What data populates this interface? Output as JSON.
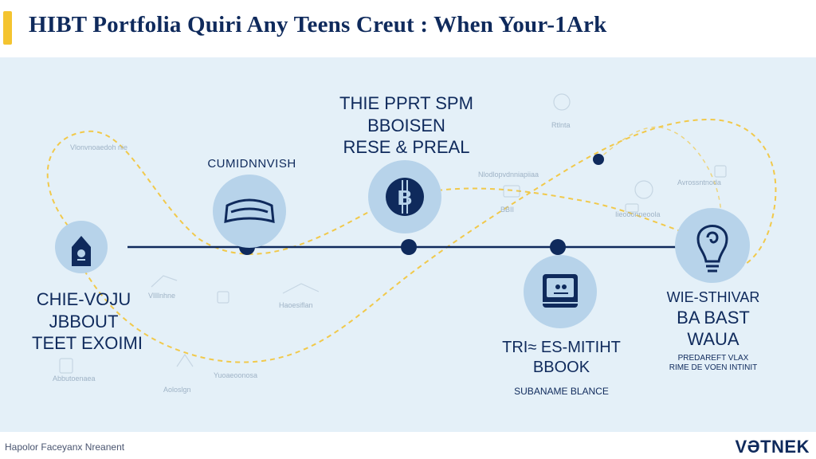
{
  "header": {
    "title": "HIBT Portfolia Quiri Any Teens Creut :  When Your-1Ark",
    "accent_color": "#f4c430"
  },
  "colors": {
    "navy": "#0f2a5c",
    "panel": "#e4f0f8",
    "node_fill": "#b7d3ea",
    "dashed": "#f1c94b"
  },
  "nodes": [
    {
      "icon": "house-icon",
      "label_lines": [
        "CHIE-VOJU",
        "JBBOUT",
        "TEET EXOIMI"
      ]
    },
    {
      "icon": "vr-headset-icon",
      "label_lines": [
        "CUMIDNNVISH"
      ]
    },
    {
      "icon": "bitcoin-icon",
      "label_lines": [
        "THIE PPRT SPM",
        "BBOISEN",
        "RESE & PREAL"
      ]
    },
    {
      "icon": "book-icon",
      "label_lines": [
        "TRI≈ ES-MITIHT",
        "BBOOK",
        "SUBANAME BLANCE"
      ]
    },
    {
      "icon": "lightbulb-icon",
      "label_lines": [
        "WIE-STHIVAR",
        "BA BAST",
        "WAUA",
        "PREDAREFT VLAX",
        "RIME DE VOEN INTINIT"
      ]
    }
  ],
  "faint_labels": [
    "Vlonvnoaedoh nie",
    "Rtlnta",
    "Nlodlopvdnniapiiaa",
    "Avrossntnoda",
    "BBII",
    "Iieooonneoola",
    "Vllllnhne",
    "Haoesiflan",
    "Yuoaeoonosa",
    "Aoloslgn",
    "Abbutoenaea"
  ],
  "footer": {
    "left_text": "Hapolor Faceyanx Nreanent",
    "right_text": "VƏTNEK"
  }
}
